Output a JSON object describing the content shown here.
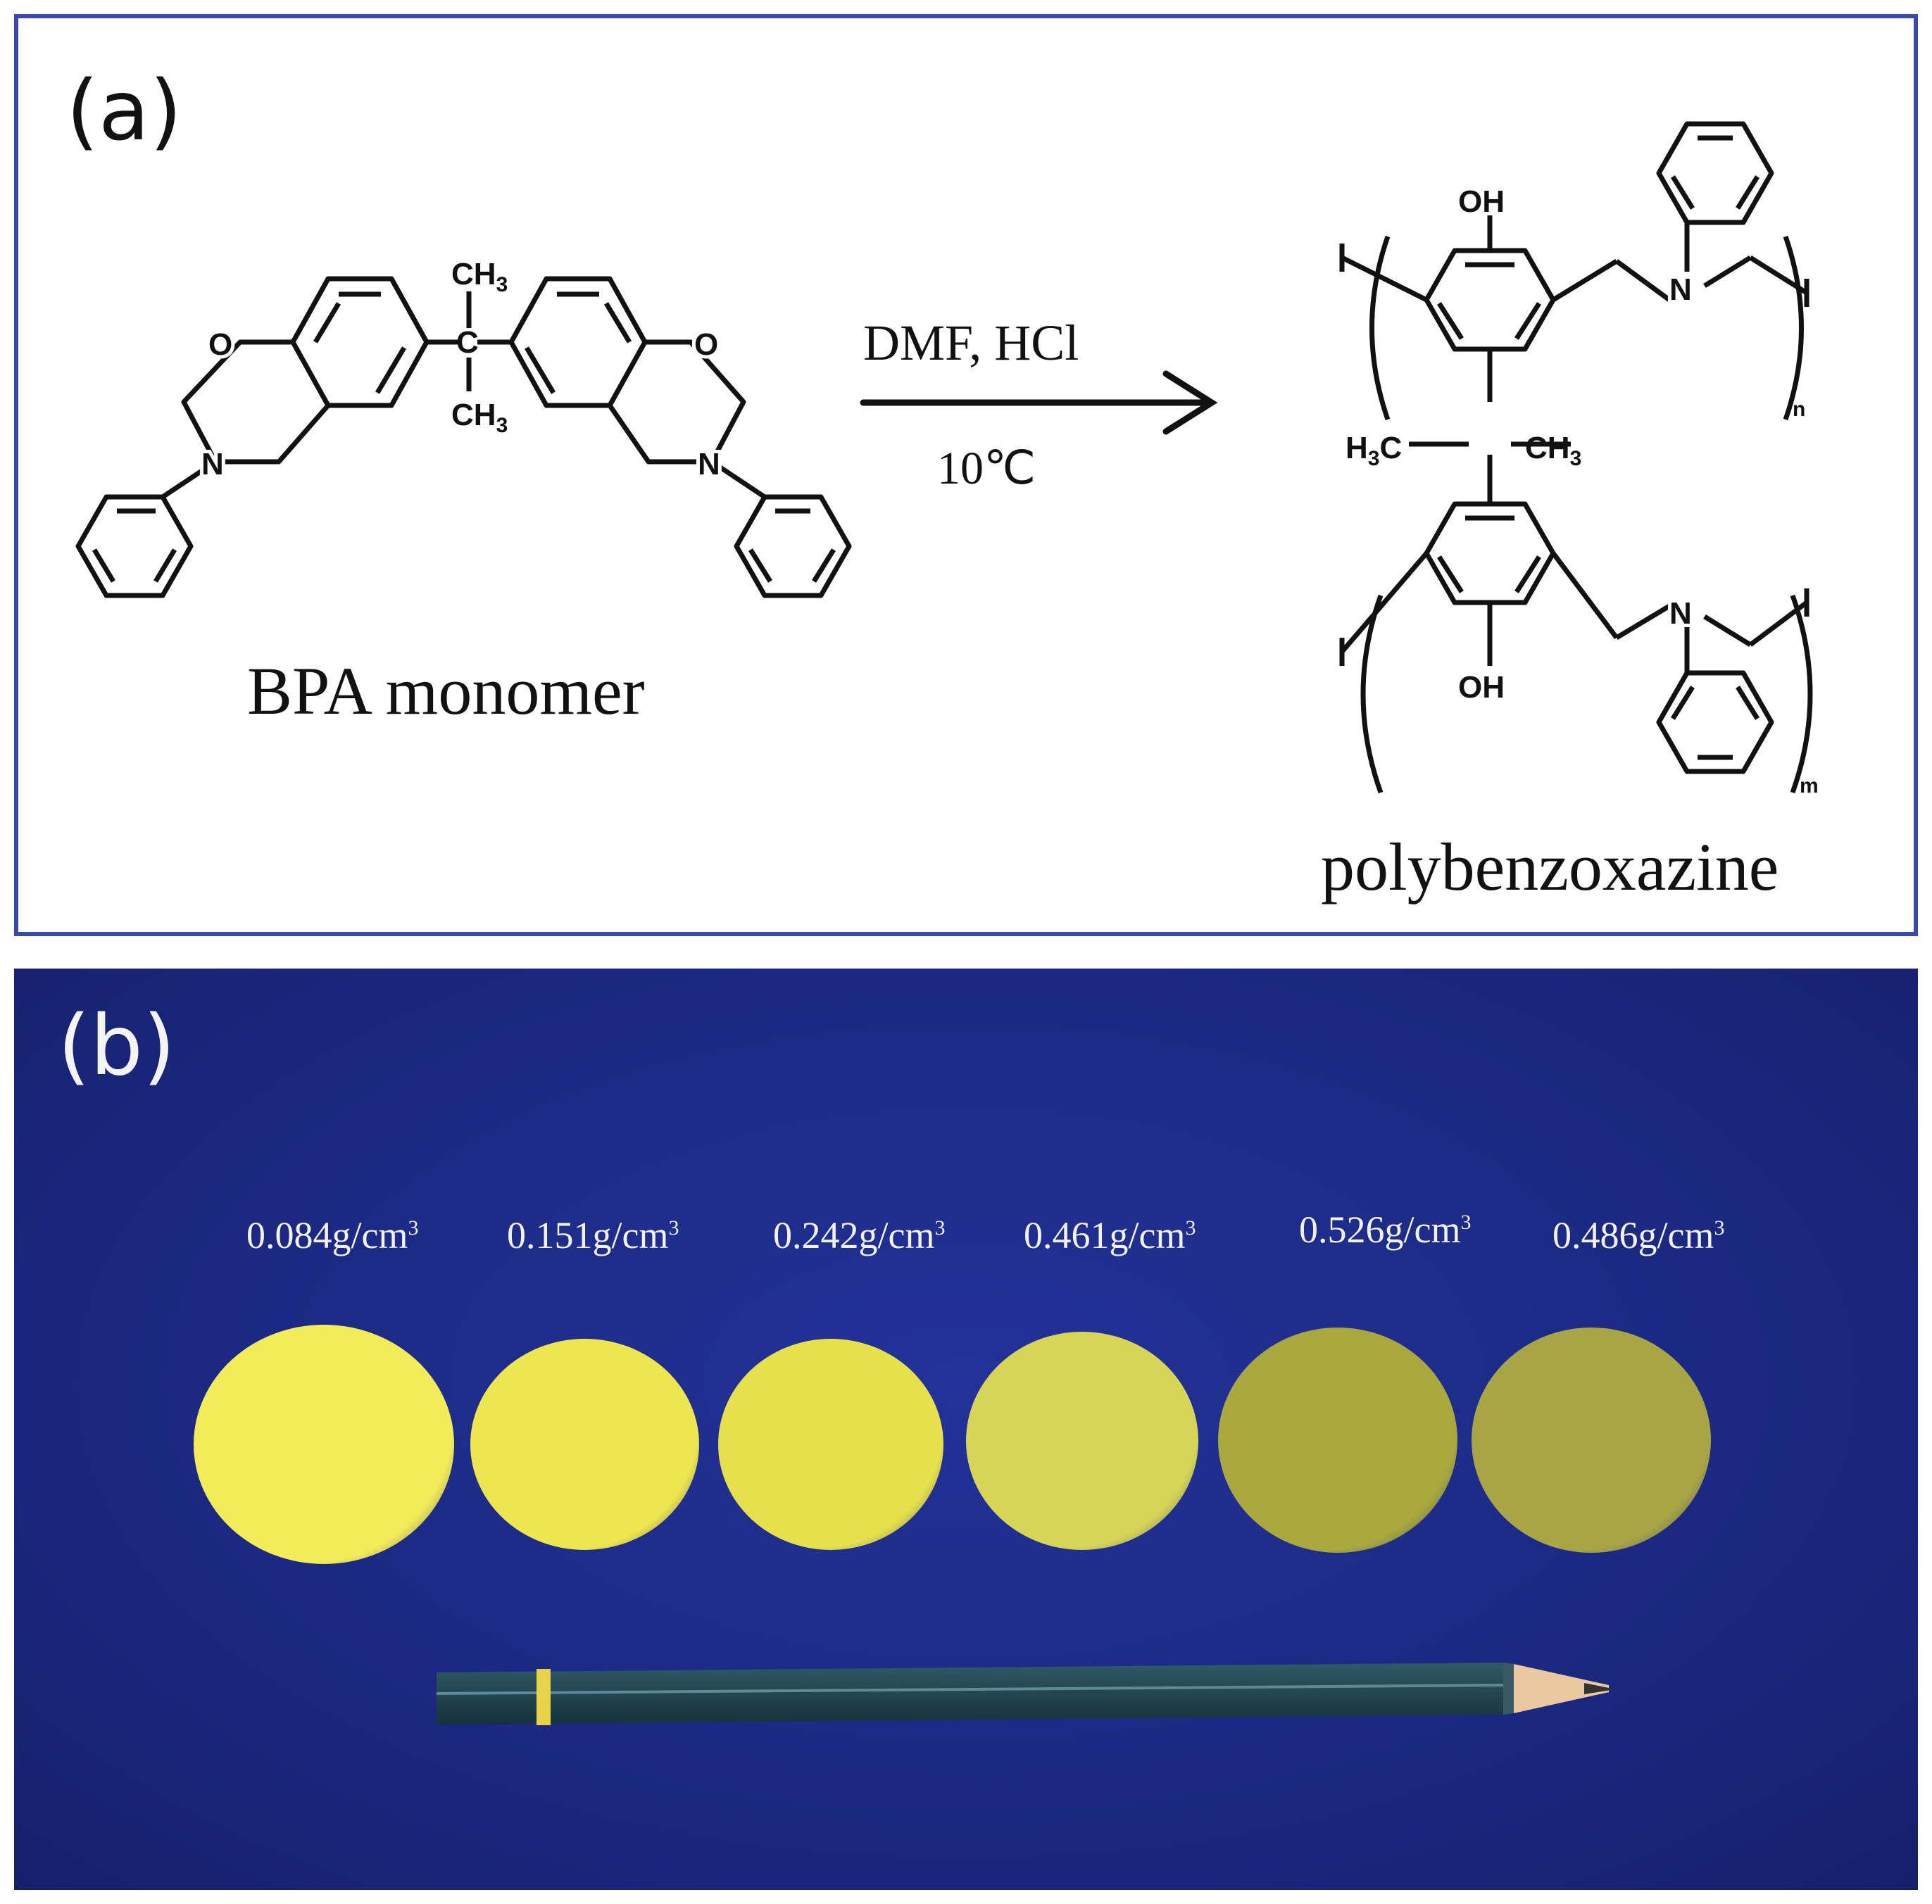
{
  "panel_a": {
    "label": "(a)",
    "monomer_caption": "BPA monomer",
    "polymer_caption": "polybenzoxazine",
    "reaction": {
      "conditions_top": "DMF, HCl",
      "conditions_bottom": "10℃"
    },
    "atoms": {
      "ch3_top": "CH",
      "ch3_bottom": "CH",
      "sub_3": "3",
      "carbon": "C",
      "oxygen": "O",
      "nitrogen": "N",
      "oh": "OH",
      "h3c": "H",
      "h3c_c": "C",
      "ch3_right": "CH",
      "n_sub": "n",
      "m_sub": "m"
    }
  },
  "panel_b": {
    "label": "(b)",
    "samples": [
      {
        "density": "0.084g/cm",
        "sup": "3",
        "color": "#f2ec5a"
      },
      {
        "density": "0.151g/cm",
        "sup": "3",
        "color": "#eee64e"
      },
      {
        "density": "0.242g/cm",
        "sup": "3",
        "color": "#e5e04c"
      },
      {
        "density": "0.461g/cm",
        "sup": "3",
        "color": "#d6d558"
      },
      {
        "density": "0.526g/cm",
        "sup": "3",
        "color": "#a9a83e"
      },
      {
        "density": "0.486g/cm",
        "sup": "3",
        "color": "#a7a546"
      }
    ]
  }
}
